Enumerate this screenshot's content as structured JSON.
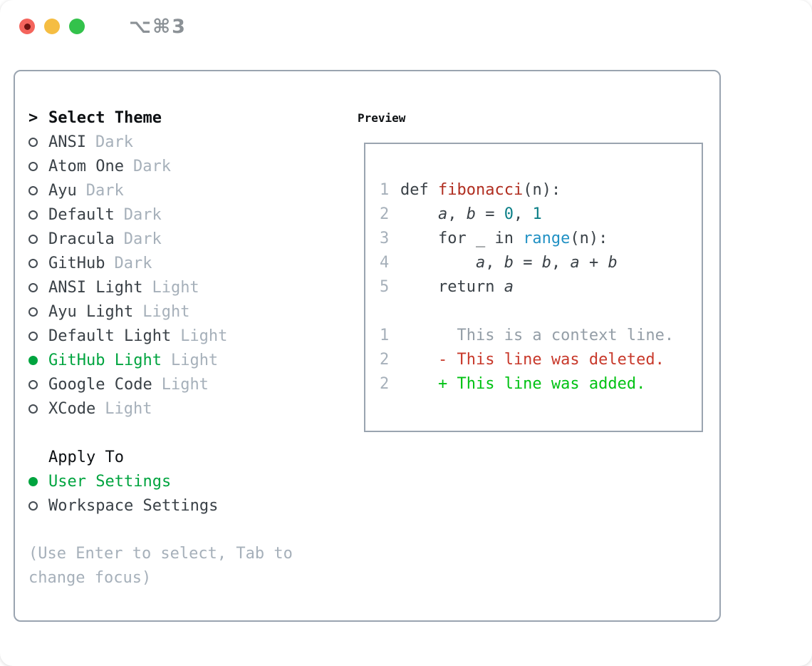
{
  "window": {
    "title": "⌥⌘3"
  },
  "titlebar_icons": [
    "close-traffic-light",
    "minimize-traffic-light",
    "zoom-traffic-light"
  ],
  "colors": {
    "accent_green": "#00a43f",
    "added_green": "#00c213",
    "deleted_red": "#c8392b",
    "function_red": "#b02e20",
    "number_teal": "#0c7f87",
    "builtin_blue": "#2191c4",
    "muted_gray": "#a6b0ba",
    "context_gray": "#949ea7",
    "text_dark": "#3a4147",
    "border_gray": "#9aa4b0",
    "traffic_red": "#f4645c",
    "traffic_yellow": "#f5bd42",
    "traffic_green": "#33c24b"
  },
  "theme_list": {
    "prompt": ">",
    "header": "Select Theme",
    "items": [
      {
        "name": "ANSI",
        "variant": "Dark",
        "selected": false
      },
      {
        "name": "Atom One",
        "variant": "Dark",
        "selected": false
      },
      {
        "name": "Ayu",
        "variant": "Dark",
        "selected": false
      },
      {
        "name": "Default",
        "variant": "Dark",
        "selected": false
      },
      {
        "name": "Dracula",
        "variant": "Dark",
        "selected": false
      },
      {
        "name": "GitHub",
        "variant": "Dark",
        "selected": false
      },
      {
        "name": "ANSI Light",
        "variant": "Light",
        "selected": false
      },
      {
        "name": "Ayu Light",
        "variant": "Light",
        "selected": false
      },
      {
        "name": "Default Light",
        "variant": "Light",
        "selected": false
      },
      {
        "name": "GitHub Light",
        "variant": "Light",
        "selected": true
      },
      {
        "name": "Google Code",
        "variant": "Light",
        "selected": false
      },
      {
        "name": "XCode",
        "variant": "Light",
        "selected": false
      }
    ]
  },
  "apply_to": {
    "header": "Apply To",
    "items": [
      {
        "label": "User Settings",
        "selected": true
      },
      {
        "label": "Workspace Settings",
        "selected": false
      }
    ]
  },
  "footer": {
    "hint": "(Use Enter to select, Tab to change focus)"
  },
  "preview": {
    "header": "Preview",
    "code_lines": [
      {
        "num": "1",
        "tokens": [
          {
            "t": "def ",
            "c": "p"
          },
          {
            "t": "fibonacci",
            "c": "fn"
          },
          {
            "t": "(n):",
            "c": "p"
          }
        ]
      },
      {
        "num": "2",
        "tokens": [
          {
            "t": "    ",
            "c": "p"
          },
          {
            "t": "a",
            "c": "var"
          },
          {
            "t": ", ",
            "c": "p"
          },
          {
            "t": "b",
            "c": "var"
          },
          {
            "t": " = ",
            "c": "p"
          },
          {
            "t": "0",
            "c": "num"
          },
          {
            "t": ", ",
            "c": "p"
          },
          {
            "t": "1",
            "c": "num"
          }
        ]
      },
      {
        "num": "3",
        "tokens": [
          {
            "t": "    for _ in ",
            "c": "p"
          },
          {
            "t": "range",
            "c": "bi"
          },
          {
            "t": "(n):",
            "c": "p"
          }
        ]
      },
      {
        "num": "4",
        "tokens": [
          {
            "t": "        ",
            "c": "p"
          },
          {
            "t": "a",
            "c": "var"
          },
          {
            "t": ", ",
            "c": "p"
          },
          {
            "t": "b",
            "c": "var"
          },
          {
            "t": " = ",
            "c": "p"
          },
          {
            "t": "b",
            "c": "var"
          },
          {
            "t": ", ",
            "c": "p"
          },
          {
            "t": "a",
            "c": "var"
          },
          {
            "t": " + ",
            "c": "p"
          },
          {
            "t": "b",
            "c": "var"
          }
        ]
      },
      {
        "num": "5",
        "tokens": [
          {
            "t": "    return ",
            "c": "p"
          },
          {
            "t": "a",
            "c": "var"
          }
        ]
      }
    ],
    "diff_lines": [
      {
        "num": "1",
        "c": "ctx",
        "text": "      This is a context line.",
        "kind": "context"
      },
      {
        "num": "2",
        "c": "del",
        "text": "    - This line was deleted.",
        "kind": "deleted"
      },
      {
        "num": "2",
        "c": "add",
        "text": "    + This line was added.",
        "kind": "added"
      }
    ]
  }
}
